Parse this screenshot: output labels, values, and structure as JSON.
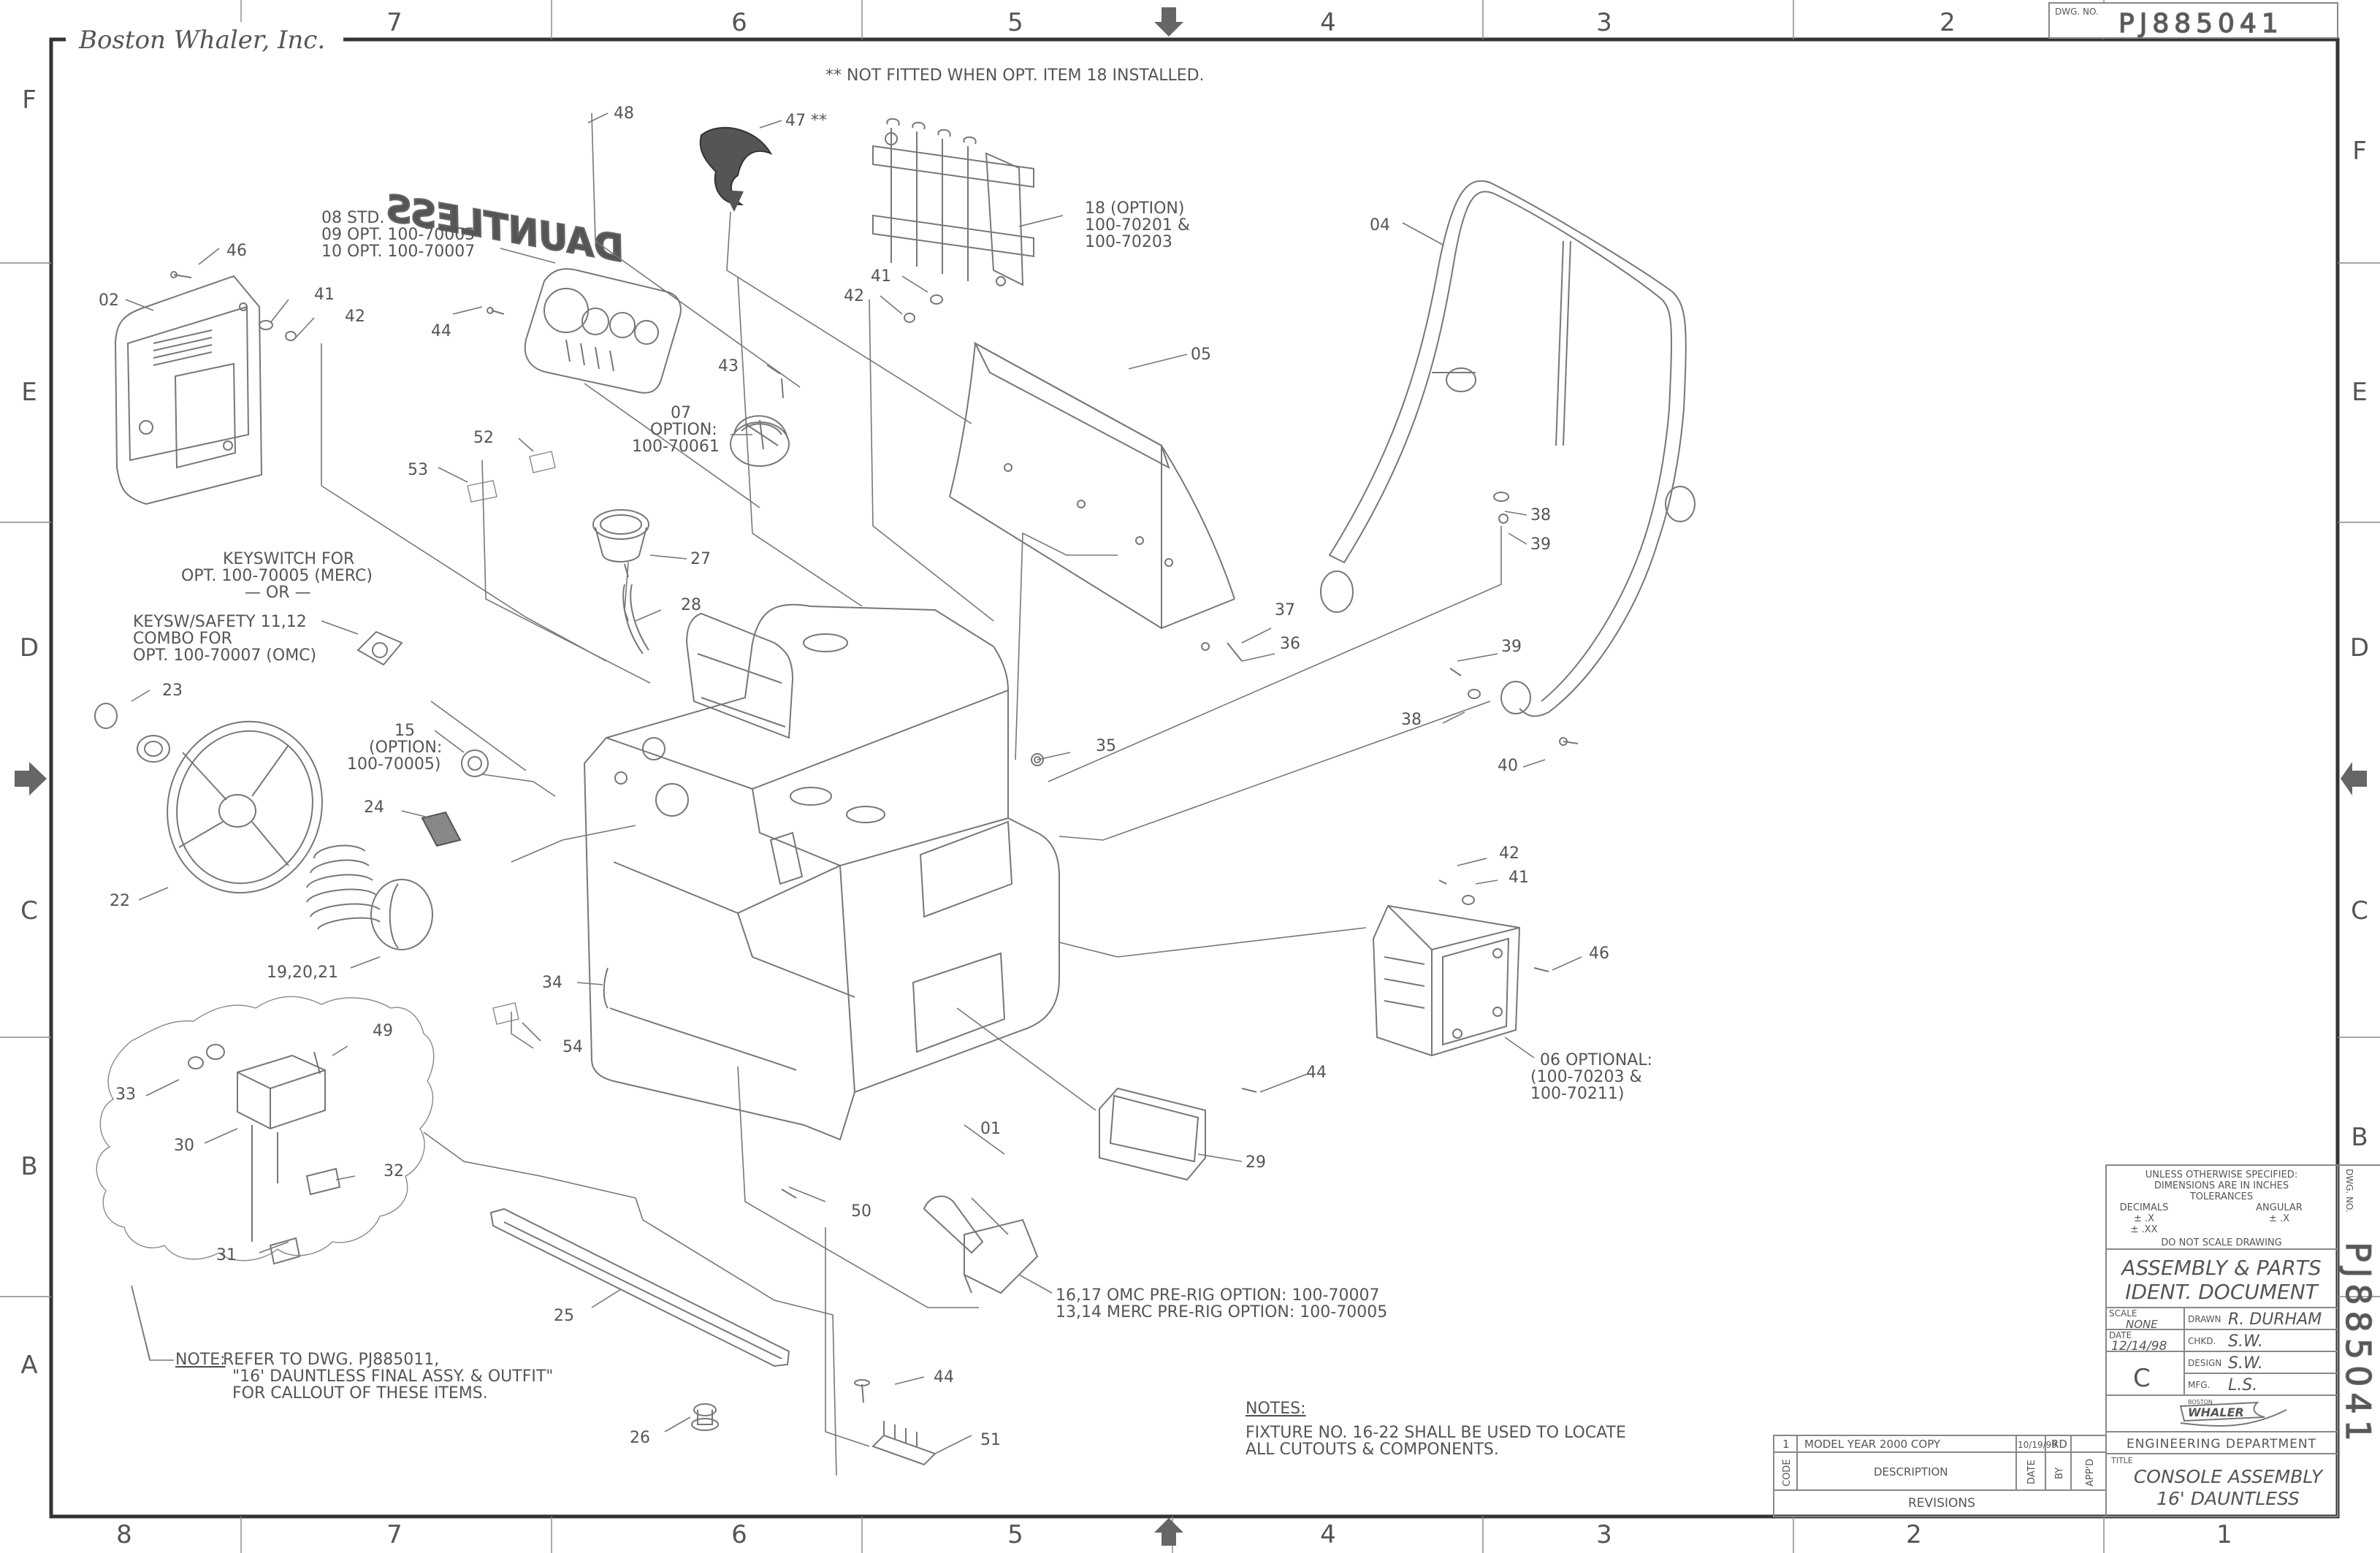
{
  "company": "Boston Whaler, Inc.",
  "drawing_number_label": "DWG. NO.",
  "drawing_number": "PJ885041",
  "zone_columns_top": [
    "7",
    "6",
    "5",
    "4",
    "3",
    "2"
  ],
  "zone_columns_bottom": [
    "8",
    "7",
    "6",
    "5",
    "4",
    "3",
    "2",
    "1"
  ],
  "zone_rows": [
    "F",
    "E",
    "D",
    "C",
    "B",
    "A"
  ],
  "top_note": "** NOT FITTED WHEN OPT. ITEM 18 INSTALLED.",
  "decal_text": "DAUNTLESS",
  "callouts": {
    "c48": "48",
    "c47": "47 **",
    "c46a": "46",
    "c02": "02",
    "c41a": "41",
    "c42a": "42",
    "gauges_1": "08 STD.",
    "gauges_2": "09 OPT. 100-70005",
    "gauges_3": "10 OPT. 100-70007",
    "c44a": "44",
    "c18_1": "18 (OPTION)",
    "c18_2": "100-70201 &",
    "c18_3": "100-70203",
    "c41b": "41",
    "c42b": "42",
    "c04": "04",
    "c43": "43",
    "c05": "05",
    "c07_1": "07",
    "c07_2": "OPTION:",
    "c07_3": "100-70061",
    "c52": "52",
    "c53": "53",
    "c27": "27",
    "c28": "28",
    "c38a": "38",
    "c39a": "39",
    "key_1": "KEYSWITCH FOR",
    "key_2": "OPT. 100-70005 (MERC)",
    "key_3": "— OR —",
    "key_4": "KEYSW/SAFETY 11,12",
    "key_5": "COMBO FOR",
    "key_6": "OPT. 100-70007 (OMC)",
    "c37": "37",
    "c36": "36",
    "c39b": "39",
    "c38b": "38",
    "c23": "23",
    "c15_1": "15",
    "c15_2": "(OPTION:",
    "c15_3": "100-70005)",
    "c35": "35",
    "c40": "40",
    "c24": "24",
    "c22": "22",
    "c42c": "42",
    "c41c": "41",
    "c19": "19,20,21",
    "c46b": "46",
    "c34": "34",
    "c54": "54",
    "c49": "49",
    "c33": "33",
    "c06_1": "06  OPTIONAL:",
    "c06_2": "(100-70203 &",
    "c06_3": "100-70211)",
    "c30": "30",
    "c44b": "44",
    "c01": "01",
    "c32": "32",
    "c29": "29",
    "c50": "50",
    "c31": "31",
    "pre_1": "16,17 OMC PRE-RIG OPTION: 100-70007",
    "pre_2": "13,14 MERC PRE-RIG OPTION: 100-70005",
    "c25": "25",
    "c44c": "44",
    "c26": "26",
    "c51": "51"
  },
  "note_ref": {
    "prefix": "NOTE:",
    "line1": " REFER TO DWG. PJ885011,",
    "line2": "\"16' DAUNTLESS FINAL ASSY. & OUTFIT\"",
    "line3": "FOR CALLOUT OF THESE ITEMS."
  },
  "notes": {
    "heading": "NOTES:",
    "line1": "FIXTURE NO. 16-22 SHALL BE USED TO LOCATE",
    "line2": "ALL CUTOUTS & COMPONENTS."
  },
  "tolerances": {
    "line1": "UNLESS OTHERWISE SPECIFIED:",
    "line2": "DIMENSIONS ARE IN INCHES",
    "line3": "TOLERANCES",
    "decimals": "DECIMALS",
    "angular": "ANGULAR",
    "dx": "± .X",
    "dxx": "± .XX",
    "ax": "± .X",
    "no_scale": "DO NOT SCALE DRAWING"
  },
  "doc_type_1": "ASSEMBLY & PARTS",
  "doc_type_2": "IDENT. DOCUMENT",
  "title_block": {
    "scale_label": "SCALE",
    "scale": "NONE",
    "date_label": "DATE",
    "date": "12/14/98",
    "drawn_label": "DRAWN",
    "drawn": "R. DURHAM",
    "chkd_label": "CHKD.",
    "chkd": "S.W.",
    "design_label": "DESIGN",
    "design": "S.W.",
    "mfg_label": "MFG.",
    "mfg": "L.S.",
    "rev": "C",
    "logo_small": "BOSTON",
    "logo": "WHALER",
    "dept": "ENGINEERING DEPARTMENT",
    "title_label": "TITLE",
    "title_1": "CONSOLE ASSEMBLY",
    "title_2": "16' DAUNTLESS"
  },
  "revisions": {
    "rev_no": "1",
    "rev_desc": "MODEL YEAR 2000 COPY",
    "rev_date": "10/19/99",
    "rev_by": "RD",
    "col_code": "CODE",
    "col_desc": "DESCRIPTION",
    "col_date": "DATE",
    "col_by": "BY",
    "col_appd": "APP'D",
    "footer": "REVISIONS"
  },
  "side_dwg_label": "DWG. NO.",
  "side_dwg_number": "PJ885041"
}
